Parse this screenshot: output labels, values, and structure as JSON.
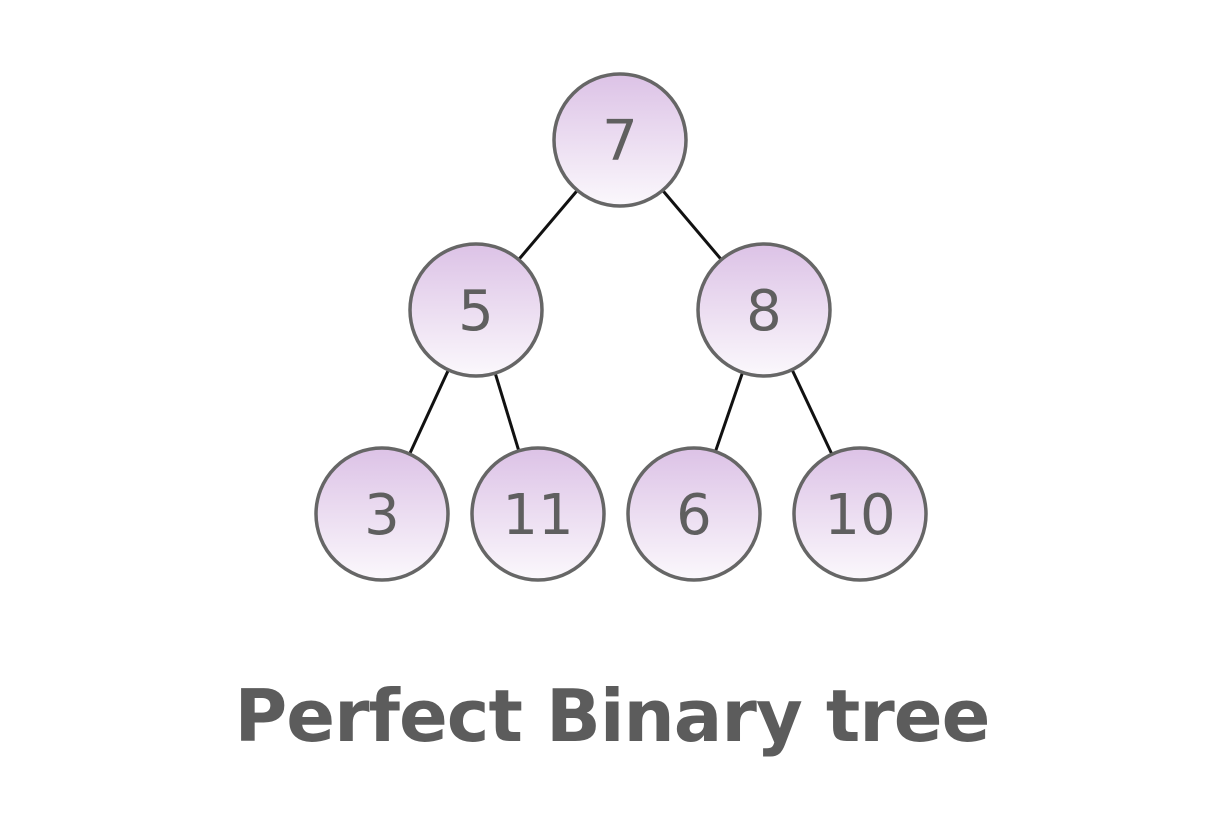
{
  "diagram": {
    "caption": "Perfect Binary tree",
    "colors": {
      "node_fill_top": "#dcc2e6",
      "node_fill_bottom": "#fbf8fc",
      "node_stroke": "#666666",
      "edge": "#111111",
      "label": "#5f5f5f",
      "caption": "#5c5c5c"
    },
    "nodes": [
      {
        "id": "n7",
        "label": "7"
      },
      {
        "id": "n5",
        "label": "5"
      },
      {
        "id": "n8",
        "label": "8"
      },
      {
        "id": "n3",
        "label": "3"
      },
      {
        "id": "n11",
        "label": "11"
      },
      {
        "id": "n6",
        "label": "6"
      },
      {
        "id": "n10",
        "label": "10"
      }
    ],
    "edges": [
      {
        "from": "n7",
        "to": "n5"
      },
      {
        "from": "n7",
        "to": "n8"
      },
      {
        "from": "n5",
        "to": "n3"
      },
      {
        "from": "n5",
        "to": "n11"
      },
      {
        "from": "n8",
        "to": "n6"
      },
      {
        "from": "n8",
        "to": "n10"
      }
    ]
  }
}
